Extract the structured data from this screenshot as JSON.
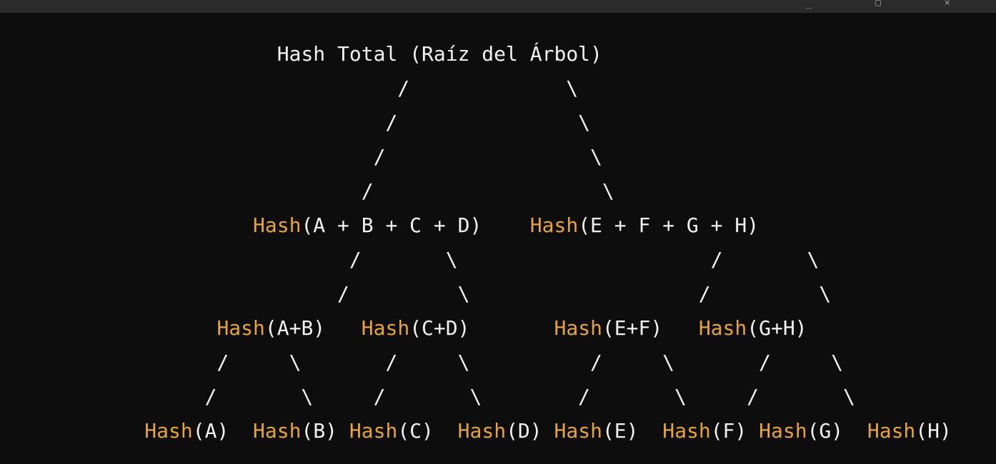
{
  "window": {
    "topbar_icons": "_ ▢ ×"
  },
  "tree": {
    "root": "Hash Total (Raíz del Árbol)",
    "keyword": "Hash",
    "level1": {
      "left": "(A + B + C + D)",
      "right": "(E + F + G + H)"
    },
    "level2": [
      "(A+B)",
      "(C+D)",
      "(E+F)",
      "(G+H)"
    ],
    "leaves": [
      "(A)",
      "(B)",
      "(C)",
      "(D)",
      "(E)",
      "(F)",
      "(G)",
      "(H)"
    ]
  },
  "colors": {
    "background": "#0d0d0d",
    "text": "#f2f2f2",
    "keyword": "#e8a33c"
  }
}
